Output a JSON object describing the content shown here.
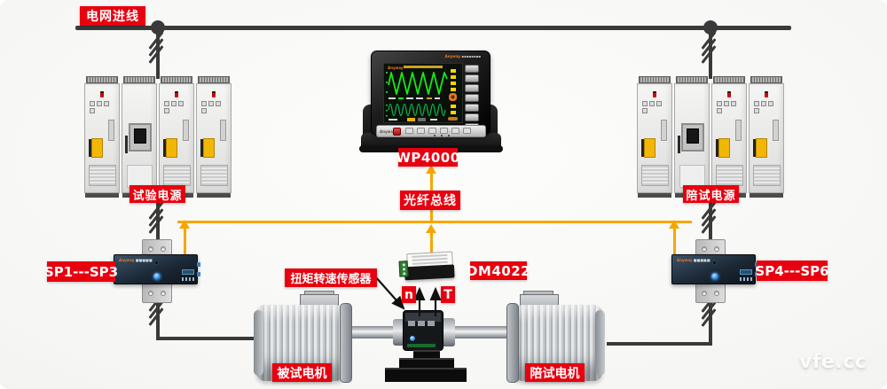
{
  "labels": {
    "grid_incoming": "电网进线",
    "test_power_supply": "试验电源",
    "companion_power_supply": "陪试电源",
    "analyzer_model": "WP4000",
    "fiber_bus": "光纤总线",
    "sp_left_range": "SP1---SP3",
    "sp_right_range": "SP4---SP6",
    "torque_speed_sensor": "扭矩转速传感器",
    "transducer_model": "DM4022",
    "speed_channel": "n",
    "torque_channel": "T",
    "motor_under_test": "被试电机",
    "companion_motor": "陪试电机"
  },
  "devices": {
    "brand_logo": "Anyway"
  },
  "watermark": "vfe.cc",
  "colors": {
    "label_red": "#e8000f",
    "fiber_yellow": "#f7a600",
    "power_line_dark": "#3a3a3a"
  }
}
